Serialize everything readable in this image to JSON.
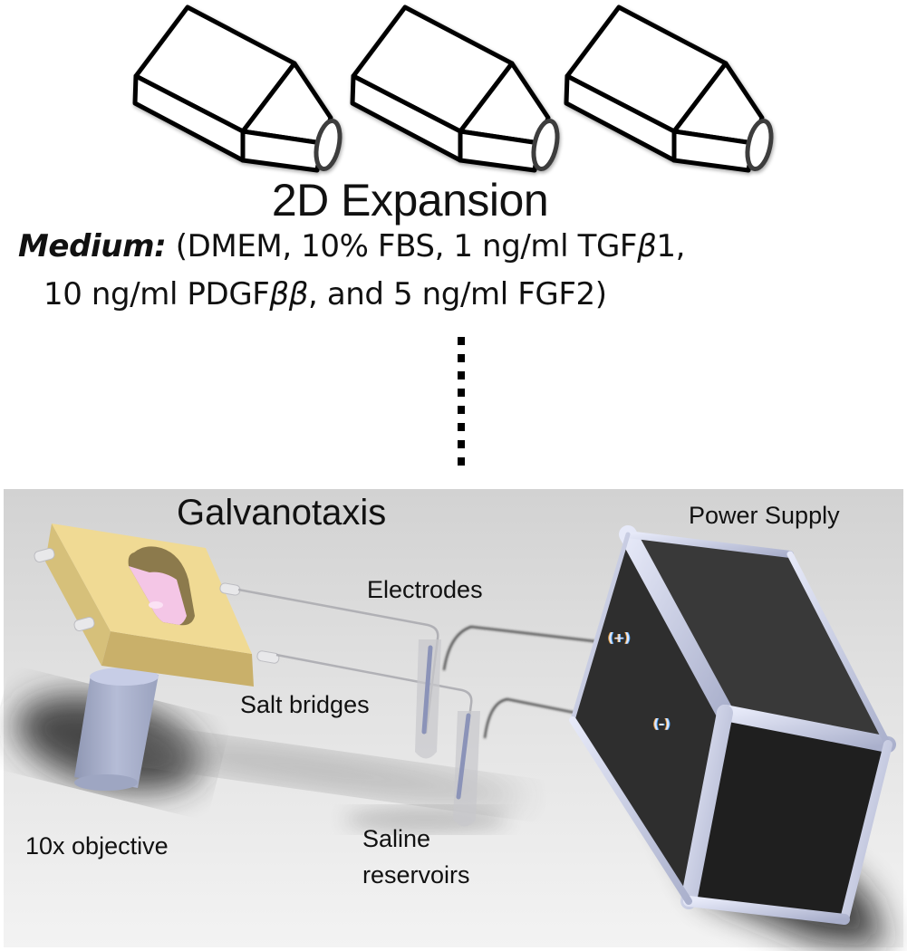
{
  "figure": {
    "top_section": {
      "flasks": [
        {
          "icon": "culture-flask-icon",
          "index": 1
        },
        {
          "icon": "culture-flask-icon",
          "index": 2
        },
        {
          "icon": "culture-flask-icon",
          "index": 3
        }
      ],
      "title": "2D Expansion",
      "medium": {
        "label": "Medium:",
        "line1": " (DMEM, 10% FBS, 1 ng/ml TGF",
        "beta1": "β",
        "line1_end": "1,",
        "line2_start": "10 ng/ml PDGF",
        "beta_beta": "ββ",
        "line2_end": ", and 5 ng/ml FGF2)"
      },
      "connector": "dotted-line"
    },
    "bottom_section": {
      "title": "Galvanotaxis",
      "labels": {
        "power_supply": "Power Supply",
        "electrodes": "Electrodes",
        "salt_bridges": "Salt bridges",
        "objective": "10x objective",
        "saline_line1": "Saline",
        "saline_line2": "reservoirs",
        "terminal_positive": "(+)",
        "terminal_negative": "(-)"
      },
      "colors": {
        "chamber": "#e8d28a",
        "chamber_side": "#c9b06a",
        "well_fill": "#f4c6e6",
        "objective": "#a9b0c8",
        "box_face": "#2a2a2a",
        "box_edge": "#c7cbe6",
        "electrode_wire": "#333333",
        "salt_bridge": "#b8b8c0",
        "background_top": "#d3d3d3",
        "background_bottom": "#f1f1f1"
      }
    }
  }
}
